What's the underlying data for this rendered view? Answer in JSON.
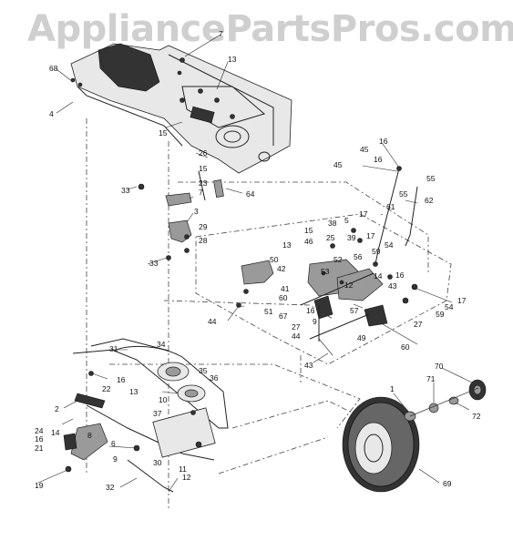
{
  "watermark": "AppliancePartsPros.com",
  "callouts": [
    "7",
    "13",
    "68",
    "4",
    "15",
    "26",
    "15",
    "23",
    "7",
    "33",
    "64",
    "3",
    "29",
    "28",
    "33",
    "16",
    "45",
    "45",
    "16",
    "55",
    "55",
    "61",
    "62",
    "17",
    "38",
    "5",
    "15",
    "46",
    "25",
    "13",
    "39",
    "17",
    "54",
    "59",
    "56",
    "16",
    "50",
    "52",
    "14",
    "42",
    "41",
    "60",
    "53",
    "54",
    "17",
    "43",
    "12",
    "16",
    "67",
    "44",
    "51",
    "57",
    "27",
    "59",
    "9",
    "27",
    "44",
    "49",
    "60",
    "43",
    "34",
    "31",
    "35",
    "16",
    "36",
    "22",
    "13",
    "10",
    "2",
    "14",
    "6",
    "37",
    "24",
    "16",
    "21",
    "8",
    "9",
    "30",
    "11",
    "19",
    "32",
    "12",
    "1",
    "71",
    "70",
    "72",
    "69"
  ],
  "colors": {
    "watermark": "#cfcfcf",
    "ink": "#222222"
  }
}
